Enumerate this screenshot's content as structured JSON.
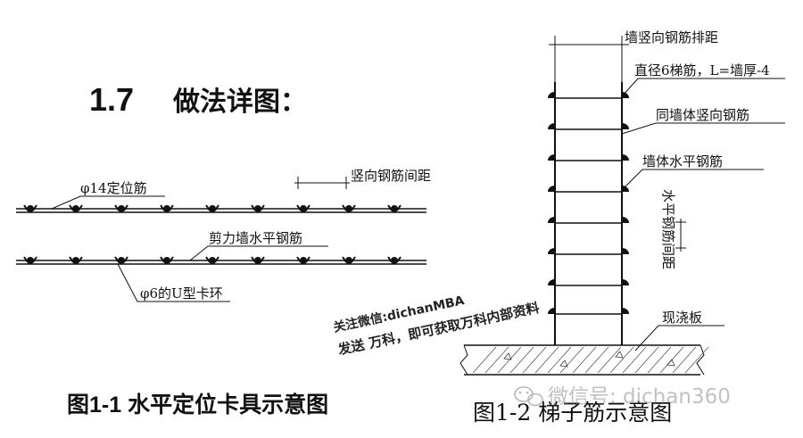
{
  "section": {
    "number": "1.7",
    "title": "做法详图："
  },
  "figure1": {
    "caption": "图1-1  水平定位卡具示意图",
    "labels": {
      "positioning_bar": "φ14定位筋",
      "vertical_spacing": "竖向钢筋间距",
      "shear_wall_horizontal": "剪力墙水平钢筋",
      "u_clip": "φ6的U型卡环"
    }
  },
  "figure2": {
    "caption": "图1-2 梯子筋示意图",
    "labels": {
      "row_spacing": "墙竖向钢筋排距",
      "ladder_bar": "直径6梯筋，L=墙厚-4",
      "wall_vertical": "同墙体竖向钢筋",
      "wall_horizontal": "墙体水平钢筋",
      "horizontal_spacing": "水平钢筋间距",
      "cast_slab": "现浇板"
    }
  },
  "watermark": {
    "line1": "关注微信:dichanMBA",
    "line2": "发送 万科，即可获取万科内部资料",
    "corner": "微信号: dichan360"
  }
}
